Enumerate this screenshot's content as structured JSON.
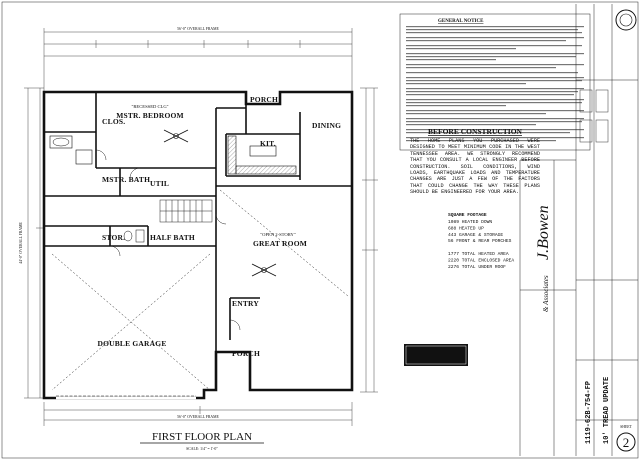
{
  "plan": {
    "title": "FIRST FLOOR PLAN",
    "scale": "SCALE: 1/4\" = 1'-0\"",
    "rooms": {
      "closet": "CLOS.",
      "master_bedroom": "MSTR. BEDROOM",
      "master_bath": "MSTR. BATH",
      "utility": "UTIL",
      "storage": "STOR.",
      "half_bath": "HALF BATH",
      "porch_top": "PORCH",
      "kitchen": "KIT.",
      "dining": "DINING",
      "great_room": "GREAT ROOM",
      "entry": "ENTRY",
      "double_garage": "DOUBLE GARAGE",
      "porch_bottom": "PORCH"
    },
    "annotations": {
      "recessed_clg": "\"RECESSED CLG\"",
      "great_room_height": "\"OPEN 2-STORY\"",
      "overall_width": "56'-0\" OVERALL FRAME",
      "overall_depth": "44'-0\" OVERALL FRAME"
    }
  },
  "general_notice": {
    "heading": "GENERAL NOTICE"
  },
  "before_construction": {
    "heading": "BEFORE CONSTRUCTION",
    "body": "THE HOME PLANS YOU PURCHASED WERE DESIGNED TO MEET MINIMUM CODE IN THE WEST TENNESSEE AREA. WE STRONGLY RECOMMEND THAT YOU CONSULT A LOCAL ENGINEER BEFORE CONSTRUCTION. SOIL CONDITIONS, WIND LOADS, EARTHQUAKE LOADS AND TEMPERATURE CHANGES ARE JUST A FEW OF THE FACTORS THAT COULD CHANGE THE WAY THESE PLANS SHOULD BE ENGINEERED FOR YOUR AREA."
  },
  "square_footage": {
    "heading": "SQUARE FOOTAGE",
    "lines": [
      "1089 HEATED DOWN",
      "688 HEATED UP",
      "443 GARAGE & STORAGE",
      "56 FRONT & REAR PORCHES",
      "",
      "1777 TOTAL HEATED AREA",
      "2220 TOTAL ENCLOSED AREA",
      "2276 TOTAL UNDER ROOF"
    ]
  },
  "title_block": {
    "firm": "& Associates",
    "plan_number": "1119-62B-754-FP",
    "revision": "10' TREAD UPDATE",
    "sheet_label": "SHEET",
    "sheet_number": "2"
  }
}
